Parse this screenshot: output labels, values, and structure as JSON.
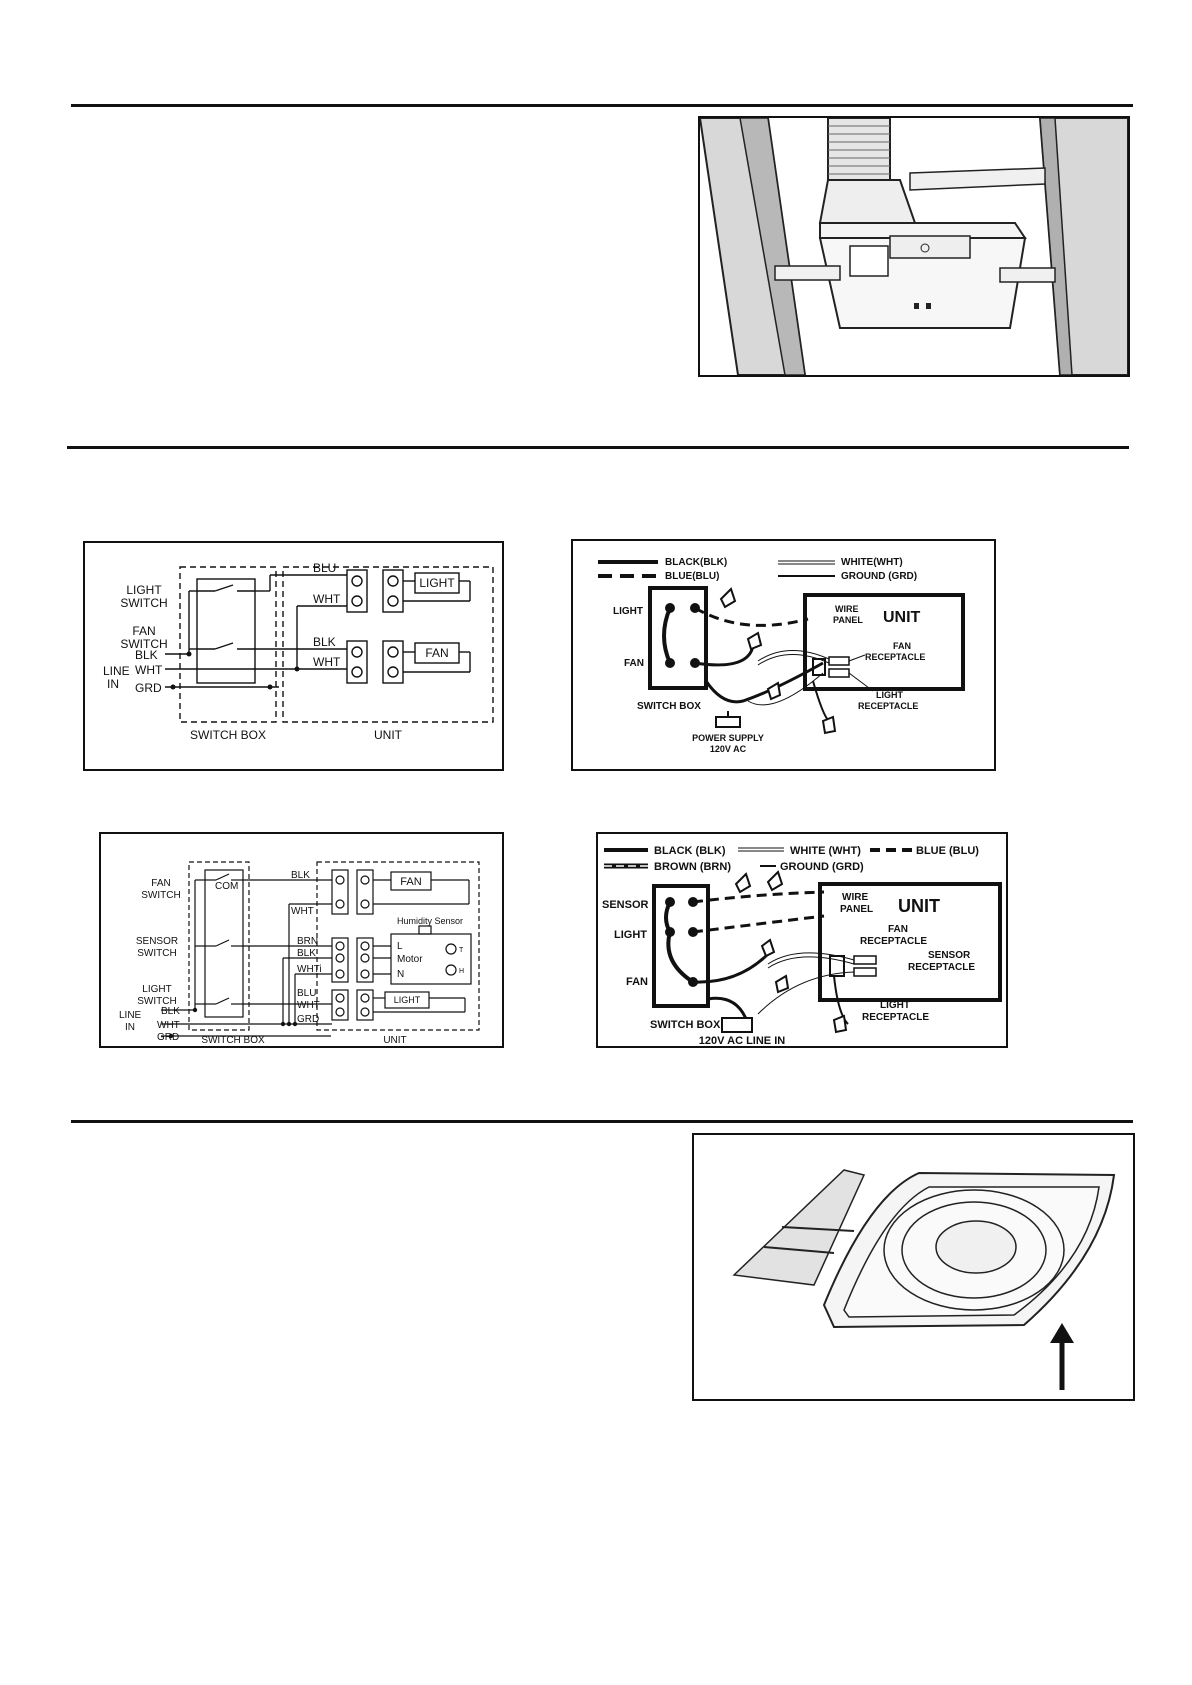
{
  "diagram1": {
    "light_switch": [
      "LIGHT",
      "SWITCH"
    ],
    "fan_switch": [
      "FAN",
      "SWITCH"
    ],
    "line_in": [
      "LINE",
      "IN"
    ],
    "wires": {
      "blk": "BLK",
      "wht": "WHT",
      "grd": "GRD",
      "blu": "BLU"
    },
    "light": "LIGHT",
    "fan": "FAN",
    "switch_box": "SWITCH BOX",
    "unit": "UNIT"
  },
  "diagram2": {
    "legend": {
      "black": "BLACK(BLK)",
      "blue": "BLUE(BLU)",
      "white": "WHITE(WHT)",
      "ground": "GROUND (GRD)"
    },
    "light": "LIGHT",
    "fan": "FAN",
    "switch_box": "SWITCH BOX",
    "power_supply": [
      "POWER SUPPLY",
      "120V AC"
    ],
    "unit": "UNIT",
    "wire_panel": [
      "WIRE",
      "PANEL"
    ],
    "fan_receptacle": [
      "FAN",
      "RECEPTACLE"
    ],
    "light_receptacle": [
      "LIGHT",
      "RECEPTACLE"
    ]
  },
  "diagram3": {
    "fan_switch": [
      "FAN",
      "SWITCH"
    ],
    "sensor_switch": [
      "SENSOR",
      "SWITCH"
    ],
    "light_switch": [
      "LIGHT",
      "SWITCH"
    ],
    "line_in": [
      "LINE",
      "IN"
    ],
    "com": "COM",
    "wires": {
      "blk": "BLK",
      "wht": "WHT",
      "grd": "GRD",
      "brn": "BRN",
      "blu": "BLU",
      "wht_i": "WHTi"
    },
    "fan": "FAN",
    "humidity_sensor": "Humidity Sensor",
    "motor_l": "L",
    "motor": "Motor",
    "motor_n": "N",
    "t": "T",
    "h": "H",
    "light": "LIGHT",
    "switch_box": "SWITCH BOX",
    "unit": "UNIT"
  },
  "diagram4": {
    "legend": {
      "black": "BLACK (BLK)",
      "white": "WHITE (WHT)",
      "blue": "BLUE (BLU)",
      "brown": "BROWN (BRN)",
      "ground": "GROUND (GRD)"
    },
    "sensor": "SENSOR",
    "light": "LIGHT",
    "fan": "FAN",
    "switch_box": "SWITCH BOX",
    "line_in": "120V AC LINE IN",
    "unit": "UNIT",
    "wire_panel": [
      "WIRE",
      "PANEL"
    ],
    "fan_receptacle": [
      "FAN",
      "RECEPTACLE"
    ],
    "sensor_receptacle": [
      "SENSOR",
      "RECEPTACLE"
    ],
    "light_receptacle": [
      "LIGHT",
      "RECEPTACLE"
    ]
  }
}
